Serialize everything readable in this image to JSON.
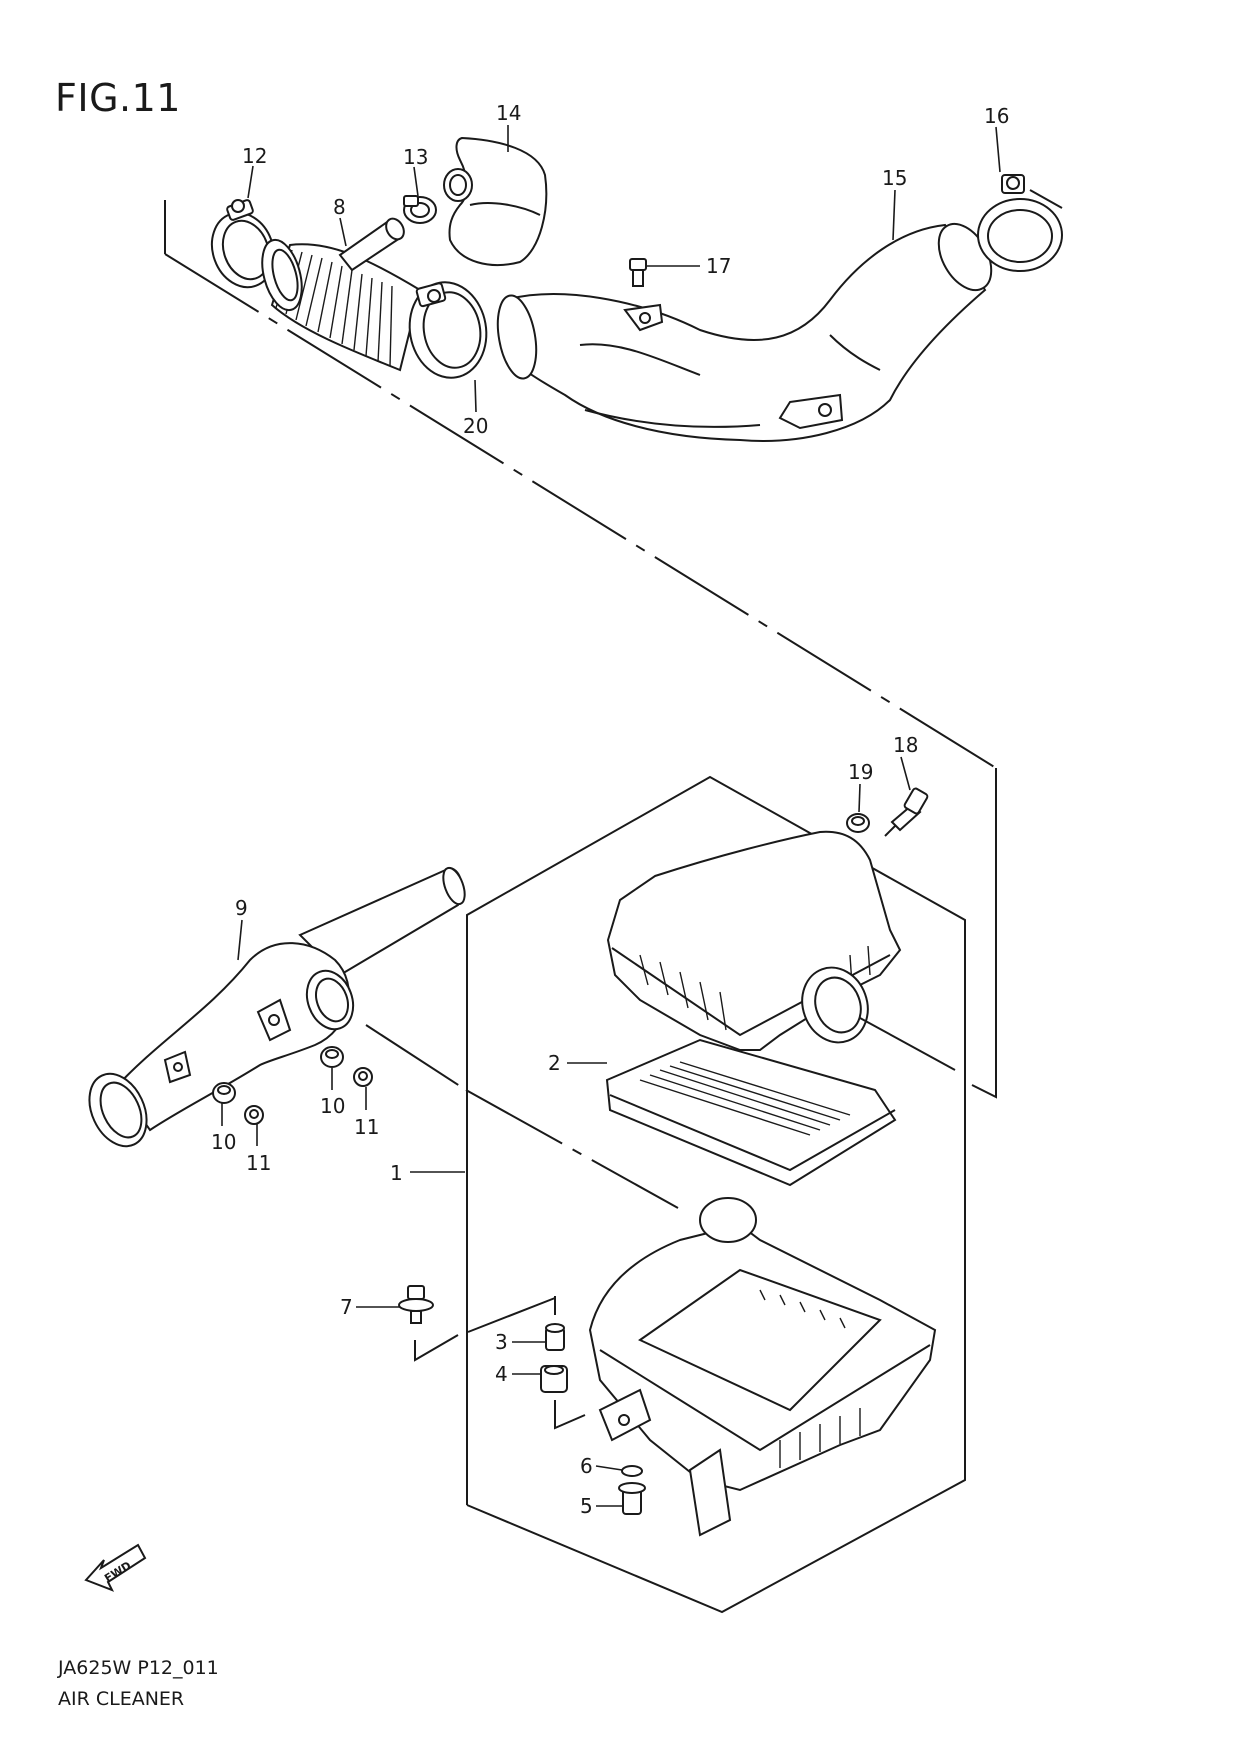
{
  "figure": {
    "title": "FIG.11"
  },
  "footer": {
    "code": "JA625W P12_011",
    "title": "AIR CLEANER"
  },
  "direction_marker": {
    "label": "FWD",
    "icon": "forward-arrow-icon"
  },
  "callouts": {
    "p1": "1",
    "p2": "2",
    "p3": "3",
    "p4": "4",
    "p5": "5",
    "p6": "6",
    "p7": "7",
    "p8": "8",
    "p9": "9",
    "p10a": "10",
    "p10b": "10",
    "p11a": "11",
    "p11b": "11",
    "p12": "12",
    "p13": "13",
    "p14": "14",
    "p15": "15",
    "p16": "16",
    "p17": "17",
    "p18": "18",
    "p19": "19",
    "p20": "20"
  }
}
